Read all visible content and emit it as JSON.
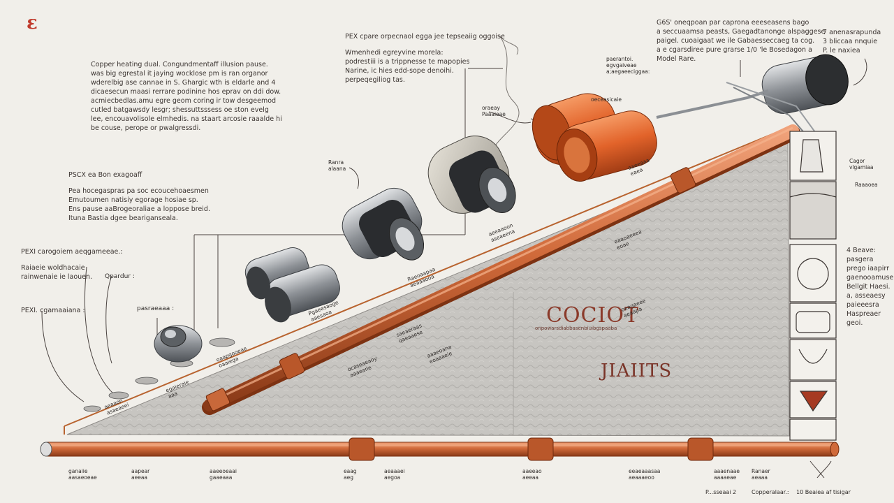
{
  "brand": {
    "logo": "ɛ",
    "logo_color": "#c0392b"
  },
  "colors": {
    "copper": "#c9683a",
    "copper_dark": "#8f3e1c",
    "background": "#f1efea",
    "ramp": "#c4c2be",
    "steel": "#8f9397",
    "orange_cup": "#e26a2c"
  },
  "intro_block": [
    "Copper heating dual. Congundmentaff illusion pause.",
    "was big egrestal it jaying wocklose pm is ran organor",
    "wderelbig ase cannae in S. Ghargic wth is eldarle and 4",
    "dicaesecun maasi rerrare podinine hos eprav on ddi dow.",
    "acmiecbedlas.amu egre geom coring ir tow desgeemod",
    "cutled batgawsdy lesgr; shessuttsssess oe ston evelg",
    "lee, encouavolisole elmhedis. na staart arcosie raaalde hi",
    "be couse, perope or pwalgressdi."
  ],
  "top_center_block": {
    "heading": "PEX cpare orpecnaol egga jee tepseaiig oggoise",
    "lines": [
      "Wmenhedi egreyvine morela:",
      "podrestiii is a trippnesse te mapopies",
      "Narine, ic hies edd-sope denoihi.",
      "perpeqegiliog tas."
    ]
  },
  "top_right_block": [
    "G6S' oneqpoan par caprona eeeseasens bago",
    "a seccuaamsa peasts, Gaegadtanonge alspaggese",
    "paigel. cuoaigaat we ile Gabaesseccaeg ta cog.",
    "a e cgarsdiree pure grarse 1/0 'le Bosedagon a",
    "Model Rare."
  ],
  "far_right_heading": [
    "7 anenasrapunda",
    "3 bliccaa nnquie",
    "P. le naxiea"
  ],
  "pex_block_1": {
    "heading": "PSCX ea Bon exagoaff",
    "lines": [
      "Pea hocegaspras pa soc ecoucehoaesmen",
      "Emutoumen natisiy egorage hosiae sp.",
      "Ens pause aaBrogeoraliae a loppose breid.",
      "Ituna Bastia dgee beariganseala."
    ]
  },
  "pex_block_2": {
    "heading": "PEXI carogoiem aeqgameeae.:",
    "lines": [
      "Raiaeie woldhacaie",
      "rainwenaie ie laouen."
    ]
  },
  "pex_block_3": "PEXI. cgamaaiana :",
  "right_list": [
    "4 Beave:",
    "pasgera",
    "prego iaapirr",
    "gaenooamuser",
    "Bellgit Haesi.",
    "a, asseaesy",
    "paieeesra",
    "Haspreaer",
    "geoi."
  ],
  "center_labels": {
    "title1": "COCIOT",
    "title2": "JIAIITS",
    "under1": "onpowarsdiabbasenbiuibgspaaba"
  },
  "callouts": {
    "c_a": "Qpardur :",
    "c_b": "pasraeaaa :",
    "c_c": "Ranra\nalaana",
    "c_d": "paerantoi.\negvgaiveae\na;aegaeeciggaa:",
    "c_e": "oeceasicaie",
    "c_f": "oraeay\nPaaaieae",
    "side_1": "Cagor\nvlgamiaa",
    "side_2": "Raaaoea"
  },
  "tiny_tags": [
    "aeaaon\nasaeaeei",
    "egaieraie\naaa",
    "oaapgooeae\noaaiega",
    "Pgaeesaoge\naaesaoa",
    "ocaseaeaoy\naaaeane",
    "saeaeraas\nqaeaaese",
    "Raeoaapaa\naeaaaooa",
    "aeeaaoon\naseaeena",
    "aaaeoana\neoaaaeie",
    "eaaoaeeea\neoae",
    "aaeeaaa\neaea",
    "oeagaeee\naeaapa"
  ],
  "bottom_labels": [
    "ganaiie\naasaeoeae",
    "aapear\naeeaa",
    "aaeeoeaai\ngaaeaaa",
    "eaag\naeg",
    "aeaaaei\naegoa",
    "aaeeao\naeeaa",
    "eeaeaaasaa\naeaaaeoo",
    "aaaenaae\naaaaeae",
    "Ranaer\naeaaa"
  ],
  "footer": {
    "part": "P...sseaai 2",
    "copper": "Copperalaar.:",
    "ten": "10 Beaiea af tisigar"
  }
}
